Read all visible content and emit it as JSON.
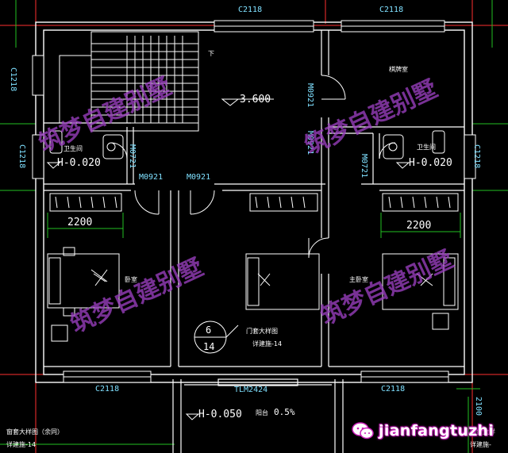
{
  "windows": {
    "top_left": "C2118",
    "top_right": "C2118",
    "bottom_left": "C2118",
    "bottom_right": "C2118",
    "left_upper": "C1218",
    "left_lower": "C1218",
    "right_lower": "C1218"
  },
  "doors": {
    "m0921_a": "M0921",
    "m0921_b": "M0921",
    "m0921_upper_right": "M0921",
    "m0921_mid_right": "M0921",
    "m0721_left": "M0721",
    "m0721_right": "M0721",
    "balcony_door": "TLM2424"
  },
  "levels": {
    "stair_hall": "3.600",
    "bath_left": "H-0.020",
    "bath_right": "H-0.020",
    "balcony": "H-0.050"
  },
  "dimensions": {
    "wardrobe_left": "2200",
    "wardrobe_right": "2200",
    "right_edge": "2100"
  },
  "stair_arrow": "下",
  "rooms": {
    "chess_room": "棋牌室",
    "bath_left": "卫生间",
    "bath_right": "卫生间",
    "bedroom_left": "卧室",
    "master_bedroom": "主卧室",
    "balcony": "阳台"
  },
  "slope": "0.5%",
  "detail_callout": {
    "number": "6",
    "sheet": "14",
    "title": "门套大样图",
    "ref": "详建施-14"
  },
  "notes": {
    "bottom_left_title": "窗套大样图（余同）",
    "bottom_left_ref": "详建施-14",
    "bottom_right_title": "线条大样",
    "bottom_right_ref": "详建施-"
  },
  "watermark": "筑梦自建别墅",
  "logo_text": "jianfangtuzhi",
  "colors": {
    "background": "#000000",
    "wall": "#ffffff",
    "grid_red": "#ff3030",
    "grid_green": "#22c022",
    "text_cyan": "#7fe0ff",
    "watermark": "#9a3fbf",
    "logo": "#c81fb8"
  }
}
